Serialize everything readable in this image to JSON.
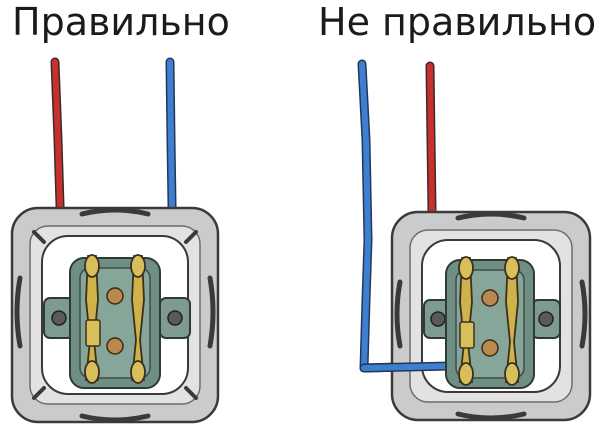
{
  "captions": {
    "correct": "Правильно",
    "incorrect": "Не правильно"
  },
  "colors": {
    "phase_wire": "#c8302e",
    "neutral_wire": "#3f7fd0",
    "frame": "#c9c9c9",
    "frame_outline": "#3a3a3a",
    "insulator": "#6f8f84",
    "brass": "#cfb24a"
  },
  "diagrams": [
    {
      "id": "correct",
      "wiring": "phase-left-neutral-right"
    },
    {
      "id": "incorrect",
      "wiring": "neutral-loop-around-frame"
    }
  ]
}
